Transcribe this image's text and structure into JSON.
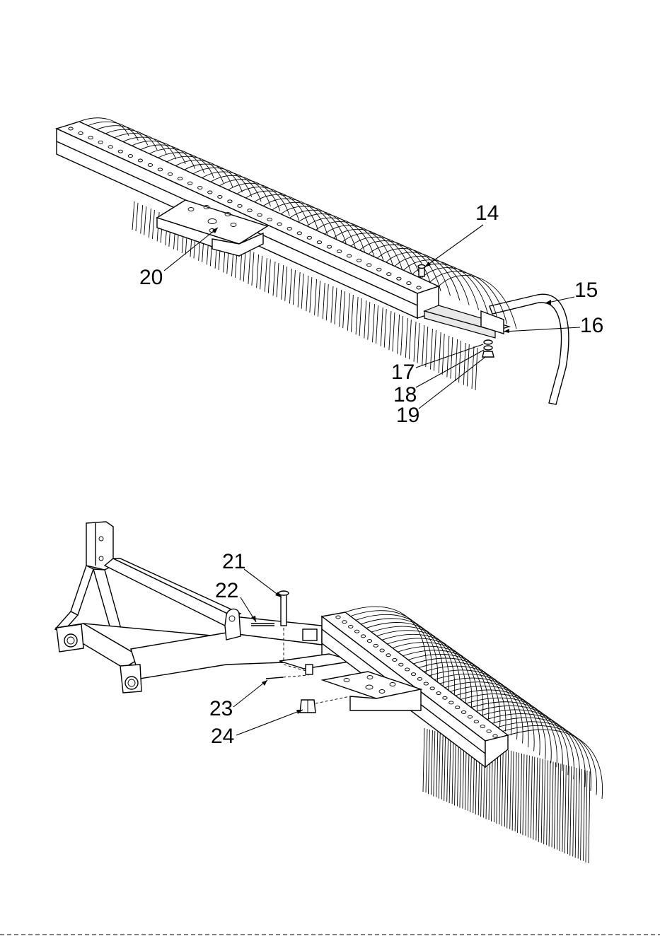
{
  "callouts": {
    "c14": "14",
    "c15": "15",
    "c16": "16",
    "c17": "17",
    "c18": "18",
    "c19": "19",
    "c20": "20",
    "c21": "21",
    "c22": "22",
    "c23": "23",
    "c24": "24"
  },
  "colors": {
    "line": "#000000",
    "background": "#ffffff",
    "shade": "#e8e8e8"
  }
}
